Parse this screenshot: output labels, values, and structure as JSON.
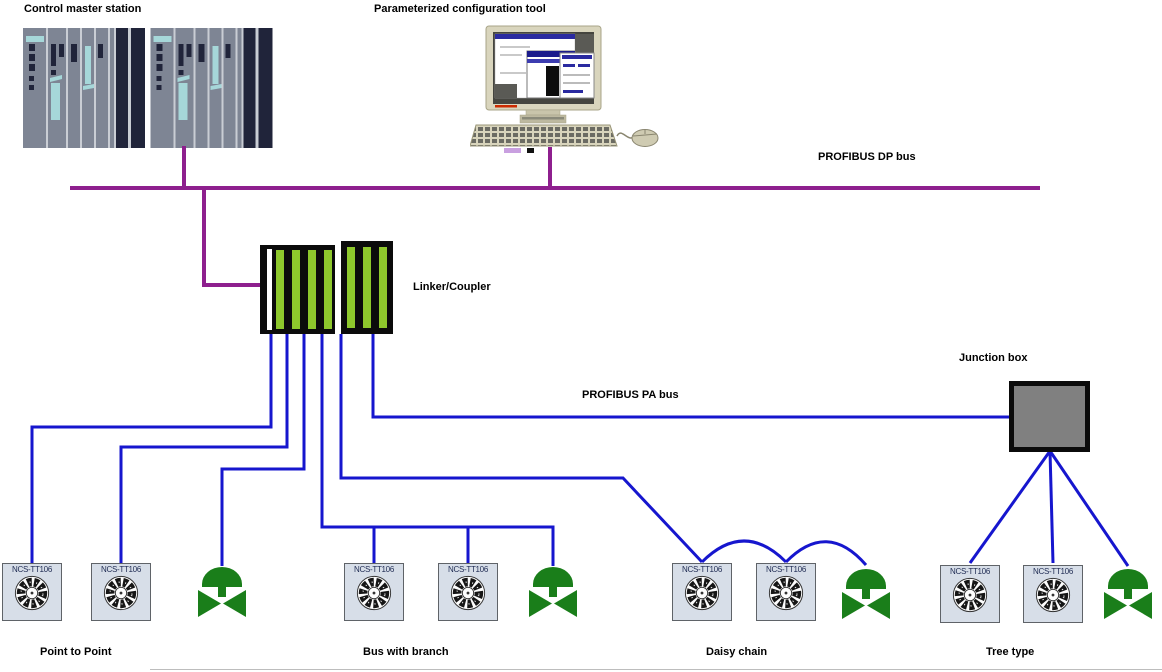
{
  "diagram": {
    "nodes": {
      "control_master": {
        "label": "Control master station"
      },
      "config_tool": {
        "label": "Parameterized configuration tool"
      },
      "linker": {
        "label": "Linker/Coupler"
      },
      "junction_box": {
        "label": "Junction box"
      }
    },
    "buses": {
      "dp": {
        "label": "PROFIBUS DP bus"
      },
      "pa": {
        "label": "PROFIBUS PA bus"
      }
    },
    "device_label": "NCS-TT106",
    "topologies": [
      {
        "caption": "Point to Point",
        "devices": 2,
        "valves": 1
      },
      {
        "caption": "Bus with branch",
        "devices": 2,
        "valves": 1
      },
      {
        "caption": "Daisy chain",
        "devices": 2,
        "valves": 1
      },
      {
        "caption": "Tree type",
        "devices": 2,
        "valves": 1
      }
    ],
    "colors": {
      "dp_bus": "#8E1F8E",
      "pa_bus": "#1616CE",
      "valve": "#1A7E1A",
      "linker_stripe": "#8EC82C",
      "junction_fill": "#808080"
    }
  }
}
